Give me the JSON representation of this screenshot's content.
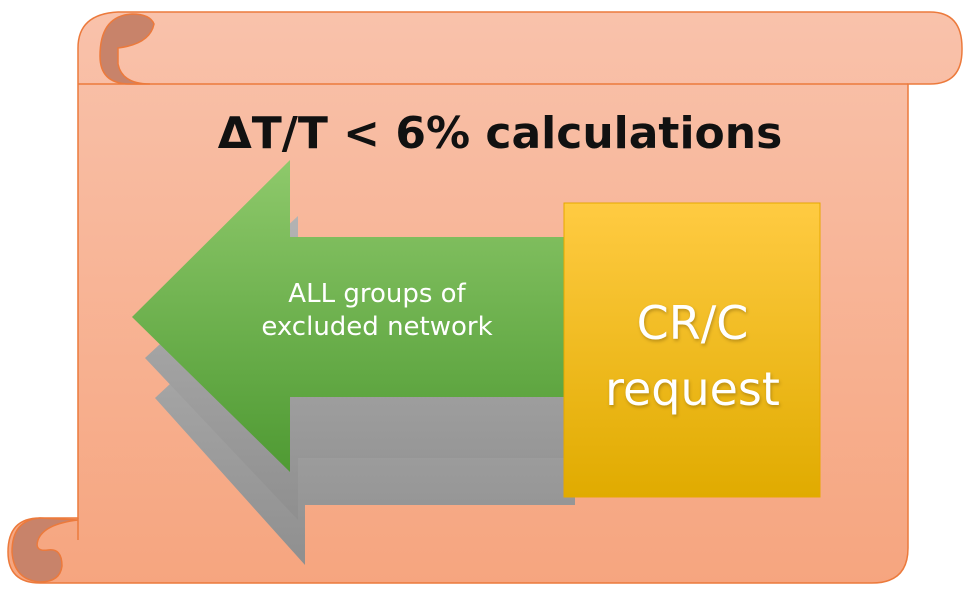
{
  "colors": {
    "scroll_fill_top": "#f9c2ab",
    "scroll_fill_bottom": "#f6a57f",
    "scroll_outline": "#ec7a3c",
    "scroll_curl": "#c8836a",
    "arrow_green_light": "#8ec96b",
    "arrow_green_dark": "#4f9a33",
    "arrow_shadow": "#a2a2a2",
    "box_yellow_top": "#ffcb42",
    "box_yellow_bottom": "#e0ab00",
    "title_text": "#111111",
    "light_text": "#ffffff"
  },
  "scroll": {
    "title": "ΔT/T < 6%  calculations"
  },
  "arrow": {
    "line1": "ALL groups of",
    "line2": "excluded network"
  },
  "box": {
    "line1": "CR/C",
    "line2": "request"
  }
}
